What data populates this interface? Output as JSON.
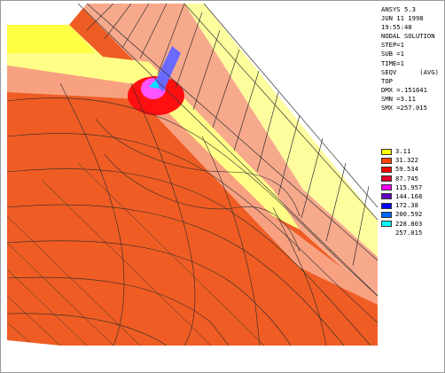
{
  "header": {
    "program": "ANSYS 5.3",
    "date": "JUN 11 1998",
    "time": "19:55:48",
    "solution_type": "NODAL SOLUTION",
    "step": "STEP=1",
    "sub": "SUB =1",
    "time_value": "TIME=1",
    "result": "SEQV      (AVG)",
    "layer": "TOP",
    "dmx": "DMX =.151641",
    "smn": "SMN =3.11",
    "smx": "SMX =257.015"
  },
  "legend": {
    "items": [
      {
        "value": "3.11",
        "color": "#ffff00"
      },
      {
        "value": "31.322",
        "color": "#ff4400"
      },
      {
        "value": "59.534",
        "color": "#ff0000"
      },
      {
        "value": "87.745",
        "color": "#e00030"
      },
      {
        "value": "115.957",
        "color": "#ff00ff"
      },
      {
        "value": "144.168",
        "color": "#6000c0"
      },
      {
        "value": "172.38",
        "color": "#0000ff"
      },
      {
        "value": "200.592",
        "color": "#0066ff"
      },
      {
        "value": "228.803",
        "color": "#00ffff"
      }
    ],
    "final_value": "257.015"
  },
  "colors": {
    "stress_orange": "#ee5a22",
    "stress_light": "#f9a88a",
    "stress_yellow": "#fefea0",
    "mesh_line": "#2a2a2a",
    "background": "#ffffff"
  }
}
